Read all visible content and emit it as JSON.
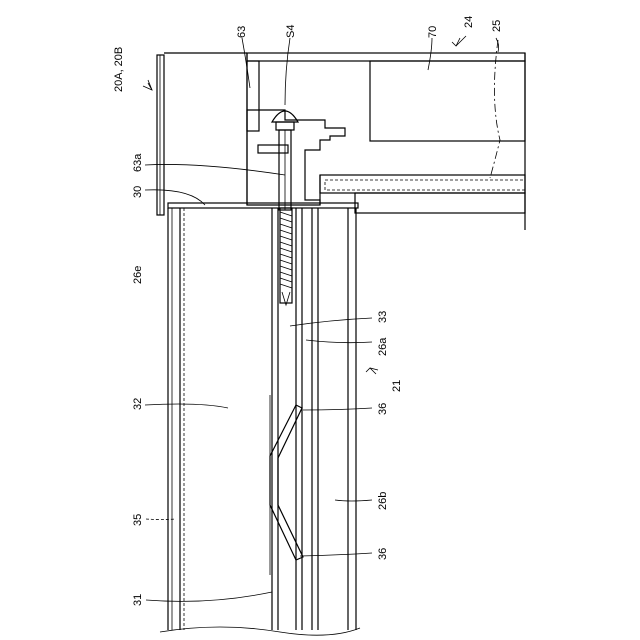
{
  "labels": {
    "l20": "20A, 20B",
    "l63": "63",
    "lS4": "S4",
    "l70": "70",
    "l24": "24",
    "l25": "25",
    "l63a": "63a",
    "l30": "30",
    "l26e": "26e",
    "l33": "33",
    "l26a": "26a",
    "l21": "21",
    "l32": "32",
    "l36a": "36",
    "l26b": "26b",
    "l35": "35",
    "l36b": "36",
    "l31": "31"
  }
}
